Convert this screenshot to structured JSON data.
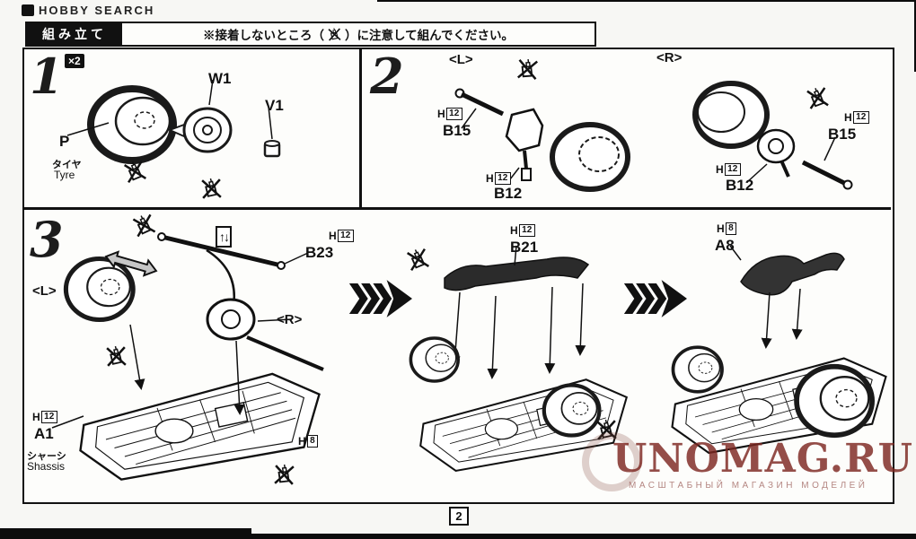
{
  "logo": {
    "text": "HOBBY SEARCH"
  },
  "header": {
    "title": "組み立て",
    "notice_pre": "※接着しないところ（",
    "notice_post": "）に注意して組んでください。"
  },
  "icons": {
    "no_glue": "do-not-glue-crossed-cement-bottle",
    "updown_glyph": "↑↓"
  },
  "steps": {
    "s1": {
      "num": "1",
      "times": "×2",
      "w1": "W1",
      "v1": "V1",
      "p": "P",
      "tyre_jp": "タイヤ",
      "tyre_en": "Tyre"
    },
    "s2": {
      "num": "2",
      "left": "<L>",
      "right": "<R>",
      "h": "H",
      "h12": "12",
      "b15": "B15",
      "b12": "B12"
    },
    "s3": {
      "num": "3",
      "left": "<L>",
      "right": "<R>",
      "h": "H",
      "h12": "12",
      "h8": "8",
      "b23": "B23",
      "b21": "B21",
      "a8": "A8",
      "a1": "A1",
      "shassis_jp": "シャーシ",
      "shassis_en": "Shassis"
    }
  },
  "watermark": {
    "title": "UNOMAG.RU",
    "subtitle": "МАСШТАБНЫЙ МАГАЗИН МОДЕЛЕЙ"
  },
  "footer": {
    "page": "2"
  }
}
